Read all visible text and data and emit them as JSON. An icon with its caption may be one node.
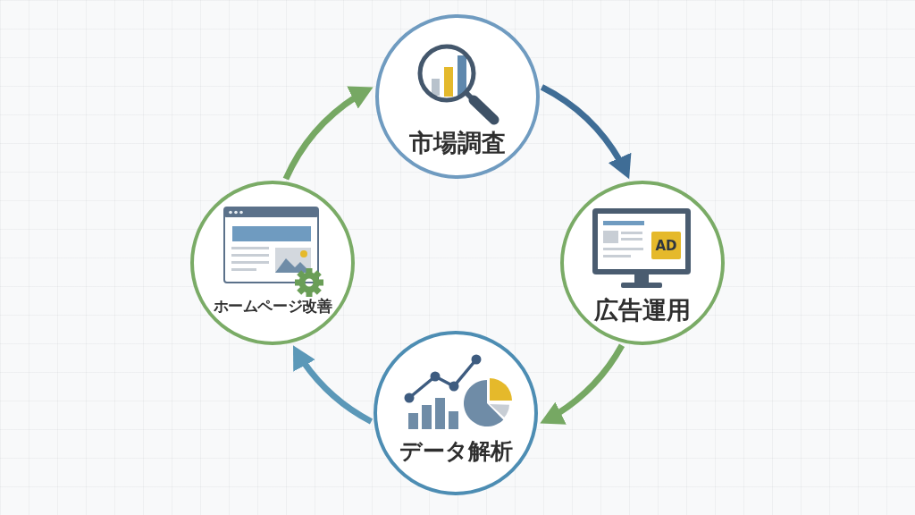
{
  "diagram": {
    "nodes": [
      {
        "text": [
          "市場調査"
        ]
      },
      {
        "text": [
          "広告運用"
        ]
      },
      {
        "text": [
          "データ解析"
        ]
      },
      {
        "text": [
          "ホームページ改善"
        ]
      }
    ],
    "edges": [
      {
        "from": 0,
        "to": 1,
        "arrow": "to",
        "color": "#3f6d96"
      },
      {
        "from": 1,
        "to": 2,
        "arrow": "to",
        "color": "#76a863"
      },
      {
        "from": 2,
        "to": 3,
        "arrow": "to",
        "color": "#5b98b8"
      },
      {
        "from": 3,
        "to": 0,
        "arrow": "to",
        "color": "#76a863"
      }
    ],
    "labels": [
      "AD"
    ]
  }
}
